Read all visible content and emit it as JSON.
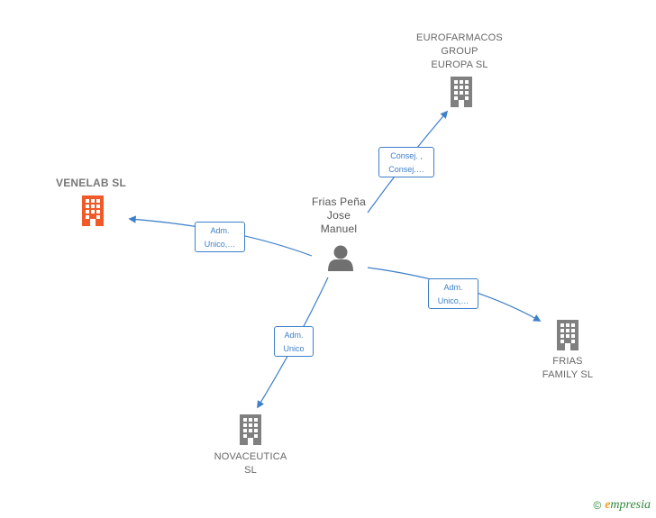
{
  "colors": {
    "edge": "#3d7fc9",
    "company": "#808080",
    "main_company": "#f05a28",
    "person": "#707070"
  },
  "center": {
    "name": "Frias Peña\nJose\nManuel",
    "icon": "person-icon"
  },
  "companies": [
    {
      "id": "eurofarmacos",
      "name": "EUROFARMACOS\nGROUP\nEUROPA  SL",
      "icon": "building-icon",
      "main": false
    },
    {
      "id": "venelab",
      "name": "VENELAB  SL",
      "icon": "building-icon",
      "main": true
    },
    {
      "id": "frias-family",
      "name": "FRIAS\nFAMILY  SL",
      "icon": "building-icon",
      "main": false
    },
    {
      "id": "novaceutica",
      "name": "NOVACEUTICA\nSL",
      "icon": "building-icon",
      "main": false
    }
  ],
  "edges": [
    {
      "to": "eurofarmacos",
      "label_line1": "Consej. ,",
      "label_line2": "Consej.…"
    },
    {
      "to": "venelab",
      "label_line1": "Adm.",
      "label_line2": "Unico,…"
    },
    {
      "to": "frias-family",
      "label_line1": "Adm.",
      "label_line2": "Unico,…"
    },
    {
      "to": "novaceutica",
      "label_line1": "Adm.",
      "label_line2": "Unico"
    }
  ],
  "footer": {
    "copyright_symbol": "©",
    "brand_initial": "e",
    "brand_rest": "mpresia"
  }
}
